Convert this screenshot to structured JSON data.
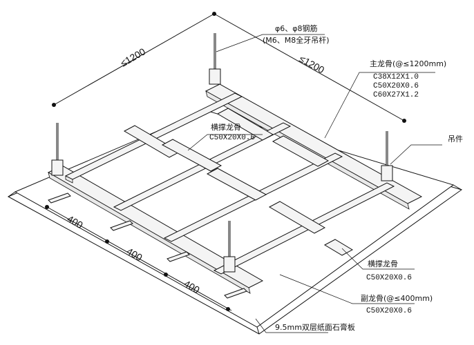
{
  "dimensions": {
    "top_left": "≤1200",
    "top_right": "≤1200",
    "bottom_spacing": [
      "400",
      "400",
      "400"
    ]
  },
  "callouts": {
    "rod": {
      "line1": "φ6、φ8钢筋",
      "line2": "(M6、M8全牙吊杆)"
    },
    "main_keel": {
      "title": "主龙骨(@≤1200mm)",
      "specs": [
        "C38X12X1.0",
        "C50X20X0.6",
        "C60X27X1.2"
      ]
    },
    "hanger": {
      "title": "吊件"
    },
    "cross_brace_top": {
      "title": "横撑龙骨",
      "spec": "C50X20X0.6"
    },
    "cross_brace_bottom": {
      "title": "横撑龙骨",
      "spec": "C50X20X0.6"
    },
    "secondary_keel": {
      "title": "副龙骨(@≤400mm)",
      "spec": "C50X20X0.6"
    },
    "board": {
      "title": "9.5mm双层纸面石膏板"
    }
  }
}
